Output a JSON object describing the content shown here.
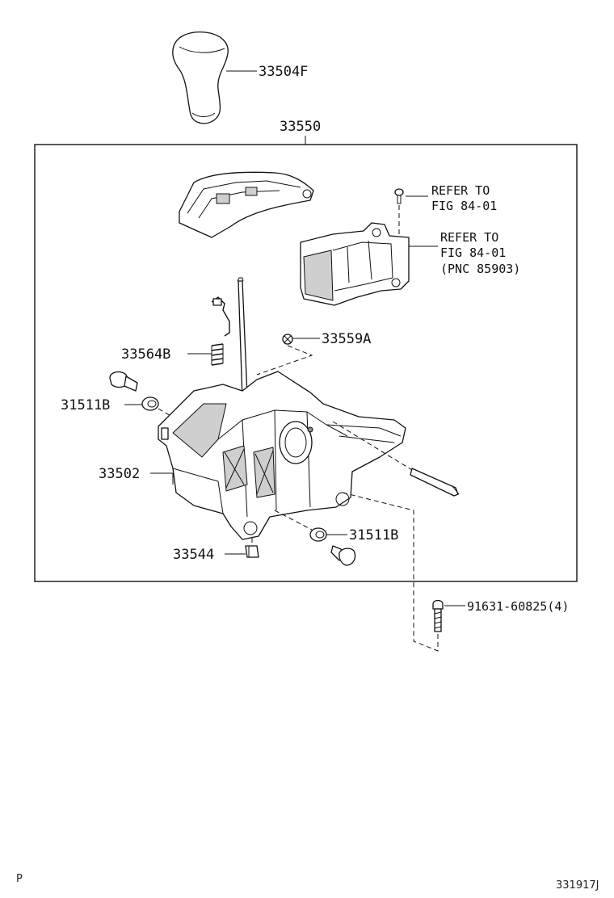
{
  "diagram": {
    "labels": {
      "knob": "33504F",
      "assembly": "33550",
      "refer_1_line1": "REFER TO",
      "refer_1_line2": "FIG 84-01",
      "refer_2_line1": "REFER TO",
      "refer_2_line2": "FIG 84-01",
      "refer_2_line3": "(PNC 85903)",
      "washer": "33559A",
      "spring": "33564B",
      "bushing_left": "31511B",
      "housing": "33502",
      "bushing_right": "31511B",
      "clip": "33544",
      "bolt": "91631-60825(4)"
    },
    "corner_left": "P",
    "corner_right": "331917J"
  }
}
